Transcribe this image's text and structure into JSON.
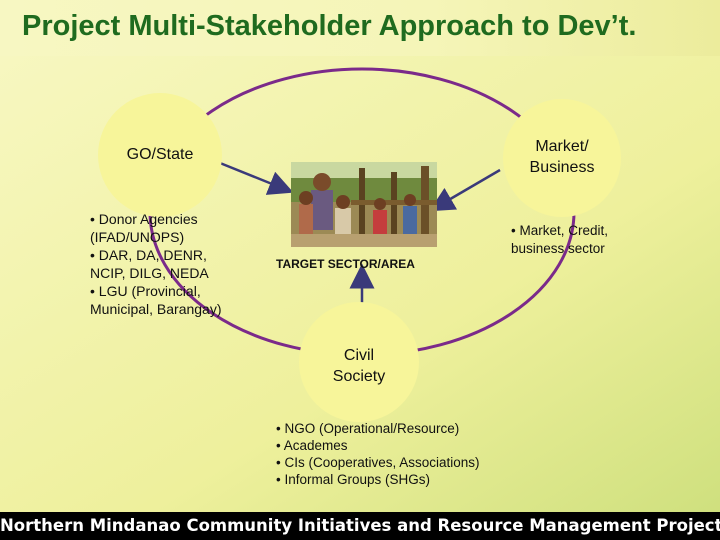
{
  "slide": {
    "title": "Project Multi-Stakeholder Approach to Dev’t.",
    "footer": "Northern Mindanao Community Initiatives and Resource Management Project"
  },
  "nodes": {
    "go_state": {
      "label": "GO/State"
    },
    "market": {
      "label_line1": "Market/",
      "label_line2": "Business"
    },
    "civil": {
      "label_line1": "Civil",
      "label_line2": "Society"
    },
    "target": {
      "label": "TARGET SECTOR/AREA"
    }
  },
  "go_bullets": [
    "• Donor Agencies",
    "(IFAD/UNOPS)",
    "• DAR, DA, DENR,",
    "NCIP, DILG, NEDA",
    "• LGU (Provincial,",
    "Municipal, Barangay)"
  ],
  "market_bullets": [
    "• Market, Credit,",
    "business sector"
  ],
  "civil_bullets": [
    "• NGO (Operational/Resource)",
    "• Academes",
    "• CIs (Cooperatives, Associations)",
    "• Informal Groups (SHGs)"
  ],
  "colors": {
    "title_text": "#1f6b1f",
    "node_fill": "#f7f59a",
    "ring": "#7b2a8a",
    "arrow": "#3a3a7a",
    "footer_bg": "#000000",
    "footer_text": "#ffffff"
  }
}
